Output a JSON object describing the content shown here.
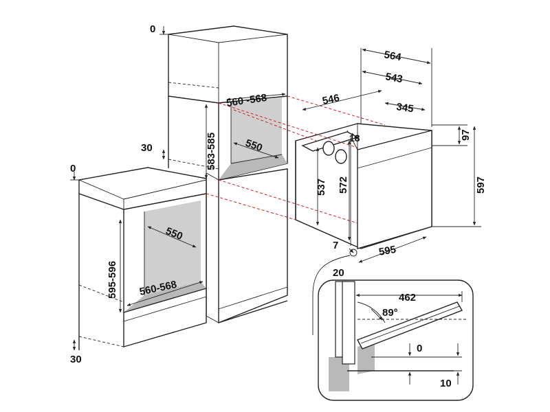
{
  "dimensions": {
    "tall_top_zero": "0",
    "tall_side_30": "30",
    "tall_niche_width": "560 -568",
    "tall_niche_height": "583-585",
    "tall_niche_depth": "550",
    "base_top_zero": "0",
    "base_niche_height": "595-596",
    "base_niche_depth": "550",
    "base_niche_width": "560-568",
    "base_bottom_30": "30",
    "oven_depth_total": "564",
    "oven_depth_543": "543",
    "oven_depth_546": "546",
    "oven_depth_345": "345",
    "oven_top_18": "18",
    "oven_panel_97": "97",
    "oven_height_597": "597",
    "oven_body_537": "537",
    "oven_body_572": "572",
    "oven_gap_7": "7",
    "oven_width_595": "595",
    "oven_offset_20": "20",
    "door_open_462": "462",
    "door_angle": "89°",
    "door_level_0": "0",
    "door_level_10": "10"
  }
}
